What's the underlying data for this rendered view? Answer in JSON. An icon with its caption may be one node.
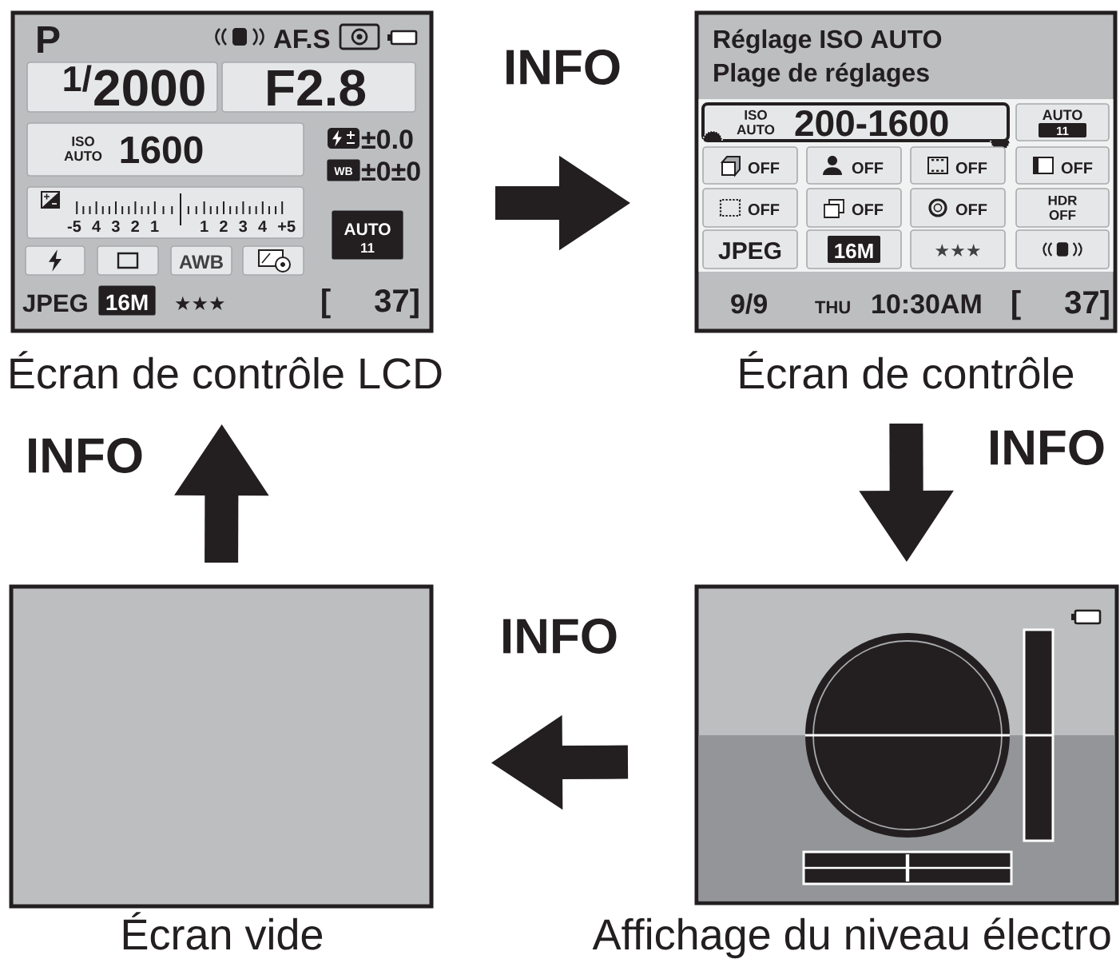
{
  "diagram": {
    "nodes": [
      {
        "text": [
          "P",
          "AF.S",
          "±0.0",
          "±0±0",
          "JPEG",
          "★★★",
          "[ 37]"
        ],
        "beside": [
          "Écran de contrôle LCD"
        ]
      },
      {
        "text": [
          "$^{1/}$2000"
        ],
        "in": 0
      },
      {
        "text": [
          "F2.8"
        ],
        "in": 0
      },
      {
        "text": [
          "ISO AUTO",
          "1600"
        ],
        "in": 0
      },
      {
        "text": [
          "WB"
        ],
        "in": 0
      },
      {
        "text": [
          "-5 4 3 2 1",
          "1 2 3 4 +5"
        ],
        "in": 0
      },
      {
        "text": [
          "AUTO",
          "11"
        ],
        "in": 0
      },
      {
        "text": [],
        "shape": "box",
        "in": 0
      },
      {
        "text": [],
        "shape": "box",
        "in": 0
      },
      {
        "text": [
          "AWB"
        ],
        "in": 0
      },
      {
        "text": [],
        "shape": "box",
        "in": 0
      },
      {
        "text": [
          "16M"
        ],
        "in": 0
      },
      {
        "text": [
          "Réglage ISO AUTO",
          "Plage de réglages",
          "9/9",
          "THU",
          "10:30AM",
          "[ 37]"
        ],
        "beside": [
          "Écran de contrôle"
        ]
      },
      {
        "text": [
          "ISO AUTO",
          "200-1600"
        ],
        "in": 12
      },
      {
        "text": [
          "AUTO",
          "11"
        ],
        "in": 12
      },
      {
        "text": [
          "OFF"
        ],
        "in": 12
      },
      {
        "text": [
          "OFF"
        ],
        "in": 12
      },
      {
        "text": [
          "OFF"
        ],
        "in": 12
      },
      {
        "text": [
          "OFF"
        ],
        "in": 12
      },
      {
        "text": [
          "OFF"
        ],
        "in": 12
      },
      {
        "text": [
          "OFF"
        ],
        "in": 12
      },
      {
        "text": [
          "OFF"
        ],
        "in": 12
      },
      {
        "text": [
          "HDR OFF"
        ],
        "in": 12
      },
      {
        "text": [
          "JPEG"
        ],
        "in": 12
      },
      {
        "text": [
          "16M"
        ],
        "in": 12
      },
      {
        "text": [
          "★★★"
        ],
        "in": 12
      },
      {
        "text": [],
        "shape": "box",
        "in": 12
      },
      {
        "text": [],
        "shape": "box",
        "beside": [
          "Écran vide"
        ]
      },
      {
        "text": [],
        "shape": "box",
        "beside": [
          "Affichage du niveau électro"
        ]
      }
    ],
    "edges": [
      {
        "from": 0,
        "to": 12,
        "arrow": "to",
        "label": "INFO"
      },
      {
        "from": 12,
        "to": 28,
        "arrow": "to",
        "label": "INFO"
      },
      {
        "from": 28,
        "to": 27,
        "arrow": "to",
        "label": "INFO"
      },
      {
        "from": 27,
        "to": 0,
        "arrow": "to",
        "label": "INFO"
      }
    ]
  }
}
